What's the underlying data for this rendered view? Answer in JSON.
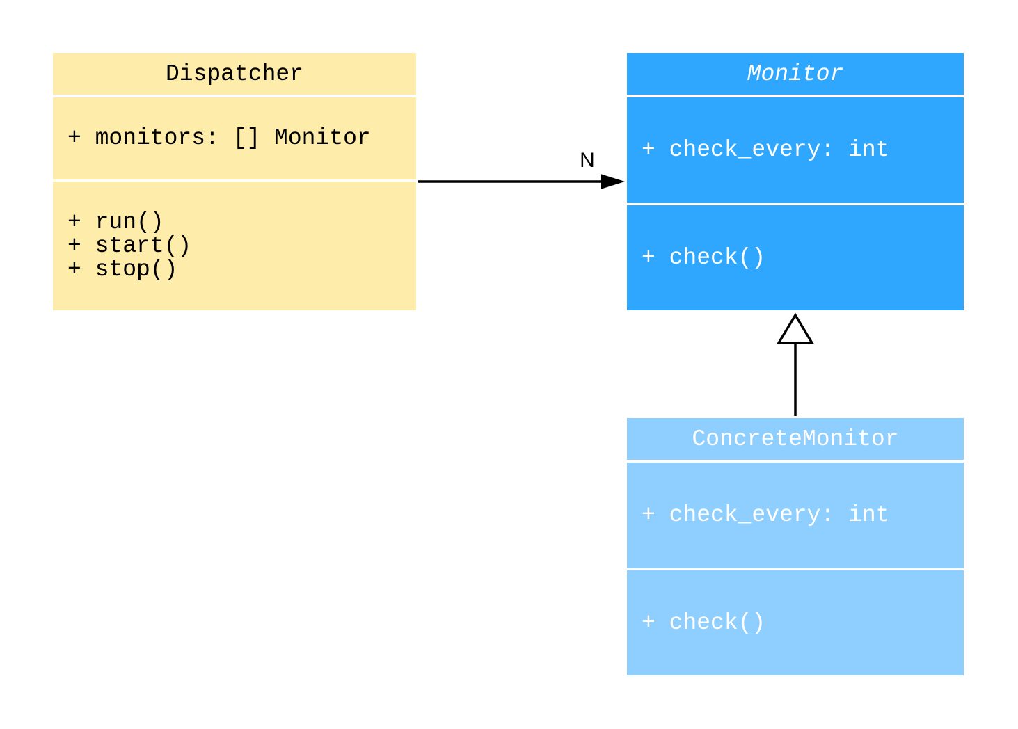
{
  "classes": {
    "dispatcher": {
      "name": "Dispatcher",
      "attributes": [
        "+ monitors: [] Monitor"
      ],
      "methods": [
        "+ run()",
        "+ start()",
        "+ stop()"
      ],
      "color": "#FEECAB"
    },
    "monitor": {
      "name": "Monitor",
      "abstract": true,
      "attributes": [
        "+ check_every: int"
      ],
      "methods": [
        "+ check()"
      ],
      "color": "#2FA7FF"
    },
    "concrete_monitor": {
      "name": "ConcreteMonitor",
      "attributes": [
        "+ check_every: int"
      ],
      "methods": [
        "+ check()"
      ],
      "color": "#8FCFFF"
    }
  },
  "relations": [
    {
      "type": "association",
      "from": "Dispatcher",
      "to": "Monitor",
      "label": "N"
    },
    {
      "type": "inheritance",
      "from": "ConcreteMonitor",
      "to": "Monitor"
    }
  ]
}
